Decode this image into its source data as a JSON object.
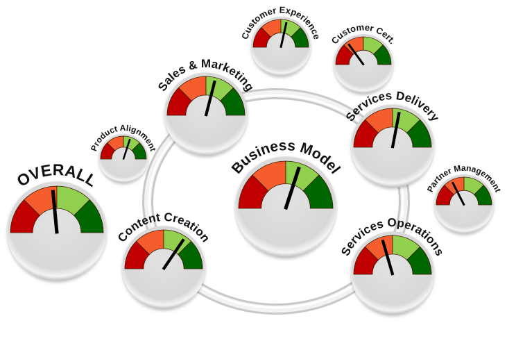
{
  "title": "Business Model Scorecard",
  "colors": {
    "zone_dark_red": "#c00000",
    "zone_red": "#f55d2e",
    "zone_light_green": "#92d050",
    "zone_dark_green": "#006600",
    "needle": "#000000",
    "face": "#dcdcdc",
    "ring": "#e6e6e6"
  },
  "gauges": [
    {
      "label": "OVERALL",
      "value": 0.47
    },
    {
      "label": "Product Alignment",
      "value": 0.6
    },
    {
      "label": "Sales & Marketing",
      "value": 0.58
    },
    {
      "label": "Customer Experience",
      "value": 0.57
    },
    {
      "label": "Customer Cert.",
      "value": 0.3
    },
    {
      "label": "Services Delivery",
      "value": 0.56
    },
    {
      "label": "Business Model",
      "value": 0.6
    },
    {
      "label": "Partner Management",
      "value": 0.35
    },
    {
      "label": "Content Creation",
      "value": 0.69
    },
    {
      "label": "Services Operations",
      "value": 0.41
    }
  ]
}
